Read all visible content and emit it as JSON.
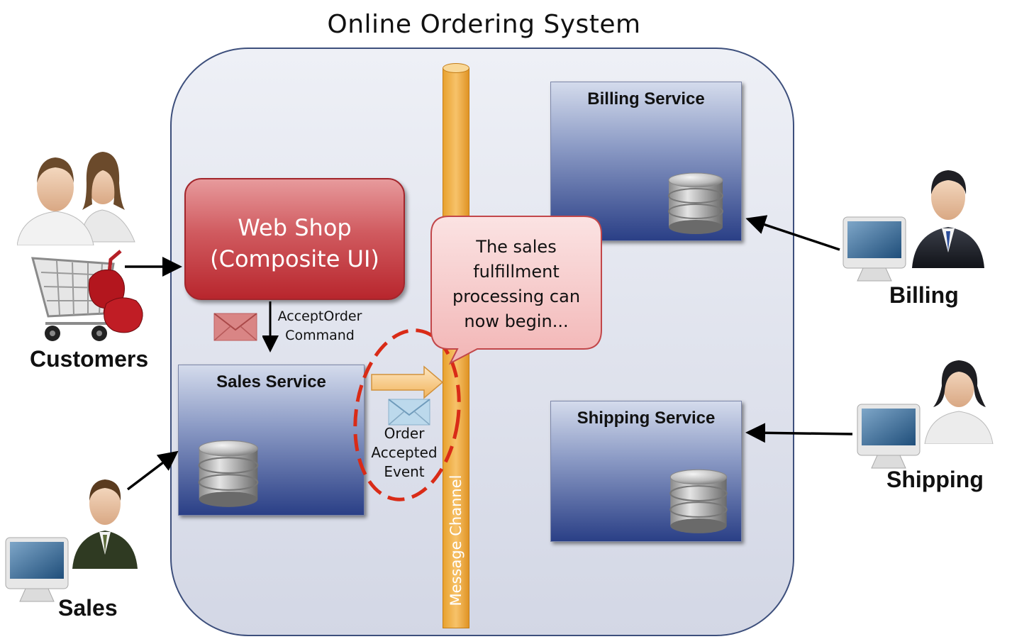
{
  "title": "Online Ordering System",
  "webshop": {
    "line1": "Web Shop",
    "line2": "(Composite UI)"
  },
  "services": {
    "billing": "Billing Service",
    "sales": "Sales Service",
    "shipping": "Shipping Service"
  },
  "command": {
    "line1": "AcceptOrder",
    "line2": "Command"
  },
  "event": {
    "line1": "Order",
    "line2": "Accepted",
    "line3": "Event"
  },
  "channel": "Message Channel",
  "callout": {
    "line1": "The sales",
    "line2": "fulfillment",
    "line3": "processing can",
    "line4": "now begin..."
  },
  "actors": {
    "customers": "Customers",
    "sales": "Sales",
    "billing": "Billing",
    "shipping": "Shipping"
  },
  "colors": {
    "webshop": "#c8363c",
    "service_bottom": "#2a3f86",
    "channel": "#f0b050",
    "highlight": "#d92b17",
    "callout": "#f4c4c4"
  }
}
